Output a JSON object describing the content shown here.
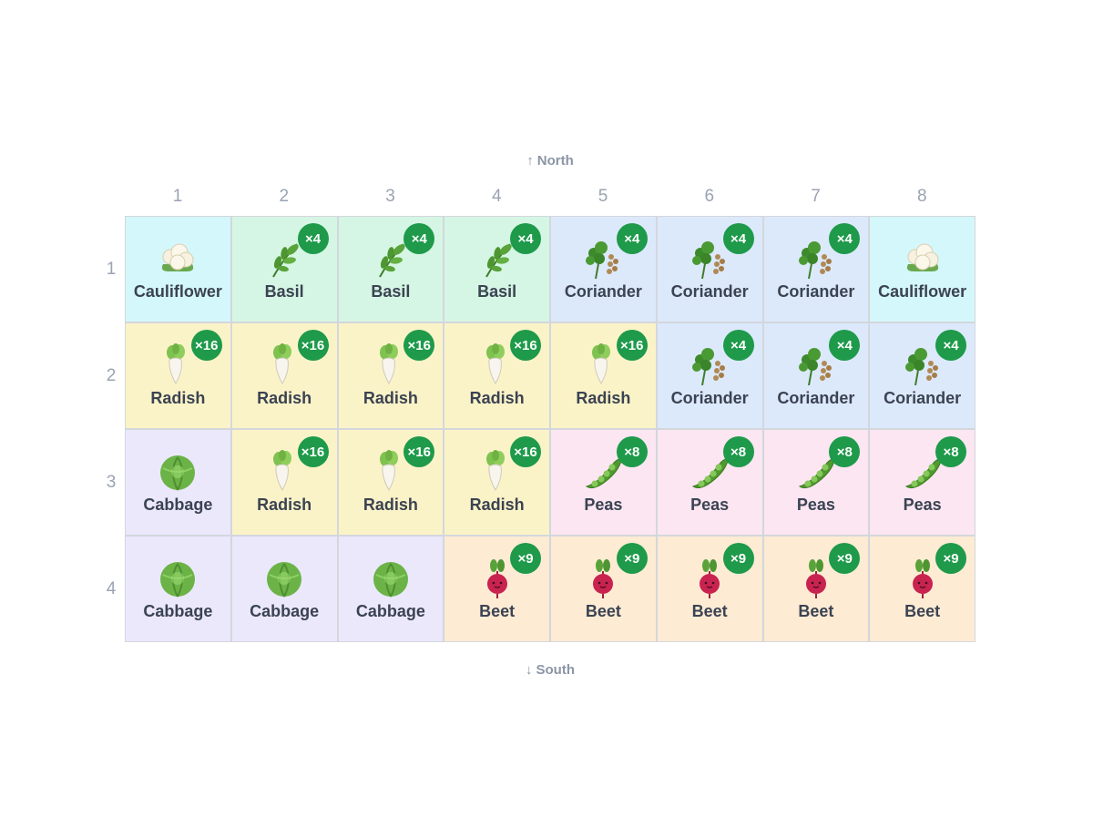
{
  "compass": {
    "north": "North",
    "south": "South",
    "north_arrow": "↑",
    "south_arrow": "↓"
  },
  "columns": [
    "1",
    "2",
    "3",
    "4",
    "5",
    "6",
    "7",
    "8"
  ],
  "rows": [
    "1",
    "2",
    "3",
    "4"
  ],
  "crops": {
    "cauliflower": {
      "label": "Cauliflower",
      "icon": "cauliflower-icon",
      "bg": "#d4f7fb"
    },
    "basil": {
      "label": "Basil",
      "icon": "basil-icon",
      "bg": "#d5f6e4"
    },
    "coriander": {
      "label": "Coriander",
      "icon": "coriander-icon",
      "bg": "#dce9fb"
    },
    "radish": {
      "label": "Radish",
      "icon": "radish-icon",
      "bg": "#fbf3c8"
    },
    "cabbage": {
      "label": "Cabbage",
      "icon": "cabbage-icon",
      "bg": "#ebe8fc"
    },
    "peas": {
      "label": "Peas",
      "icon": "peas-icon",
      "bg": "#fbe6f2"
    },
    "beet": {
      "label": "Beet",
      "icon": "beet-icon",
      "bg": "#fdebd4"
    }
  },
  "grid": [
    [
      {
        "crop": "cauliflower",
        "count": ""
      },
      {
        "crop": "basil",
        "count": "×4"
      },
      {
        "crop": "basil",
        "count": "×4"
      },
      {
        "crop": "basil",
        "count": "×4"
      },
      {
        "crop": "coriander",
        "count": "×4"
      },
      {
        "crop": "coriander",
        "count": "×4"
      },
      {
        "crop": "coriander",
        "count": "×4"
      },
      {
        "crop": "cauliflower",
        "count": ""
      }
    ],
    [
      {
        "crop": "radish",
        "count": "×16"
      },
      {
        "crop": "radish",
        "count": "×16"
      },
      {
        "crop": "radish",
        "count": "×16"
      },
      {
        "crop": "radish",
        "count": "×16"
      },
      {
        "crop": "radish",
        "count": "×16"
      },
      {
        "crop": "coriander",
        "count": "×4"
      },
      {
        "crop": "coriander",
        "count": "×4"
      },
      {
        "crop": "coriander",
        "count": "×4"
      }
    ],
    [
      {
        "crop": "cabbage",
        "count": ""
      },
      {
        "crop": "radish",
        "count": "×16"
      },
      {
        "crop": "radish",
        "count": "×16"
      },
      {
        "crop": "radish",
        "count": "×16"
      },
      {
        "crop": "peas",
        "count": "×8"
      },
      {
        "crop": "peas",
        "count": "×8"
      },
      {
        "crop": "peas",
        "count": "×8"
      },
      {
        "crop": "peas",
        "count": "×8"
      }
    ],
    [
      {
        "crop": "cabbage",
        "count": ""
      },
      {
        "crop": "cabbage",
        "count": ""
      },
      {
        "crop": "cabbage",
        "count": ""
      },
      {
        "crop": "beet",
        "count": "×9"
      },
      {
        "crop": "beet",
        "count": "×9"
      },
      {
        "crop": "beet",
        "count": "×9"
      },
      {
        "crop": "beet",
        "count": "×9"
      },
      {
        "crop": "beet",
        "count": "×9"
      }
    ]
  ]
}
